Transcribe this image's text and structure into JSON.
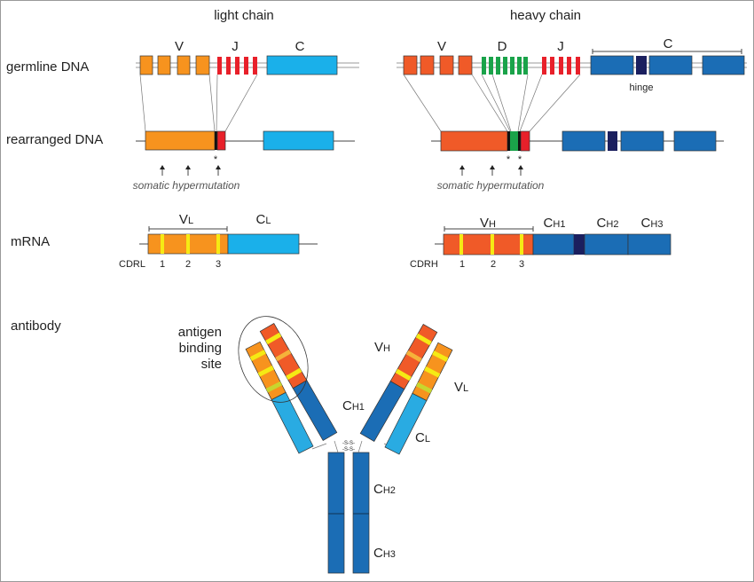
{
  "headers": {
    "light": "light chain",
    "heavy": "heavy chain"
  },
  "rows": {
    "germline": "germline DNA",
    "rearranged": "rearranged DNA",
    "mrna": "mRNA",
    "antibody": "antibody"
  },
  "light": {
    "V": "V",
    "J": "J",
    "C": "C",
    "asterisk": "*",
    "somatic": "somatic hypermutation",
    "VL": {
      "main": "V",
      "sub": "L"
    },
    "CL": {
      "main": "C",
      "sub": "L"
    },
    "cdr": "CDRL",
    "cdr_nums": [
      "1",
      "2",
      "3"
    ]
  },
  "heavy": {
    "V": "V",
    "D": "D",
    "J": "J",
    "C": "C",
    "hinge": "hinge",
    "asterisk": "*",
    "somatic": "somatic hypermutation",
    "VH": {
      "main": "V",
      "sub": "H"
    },
    "CH1": {
      "main": "C",
      "sub": "H1"
    },
    "CH2": {
      "main": "C",
      "sub": "H2"
    },
    "CH3": {
      "main": "C",
      "sub": "H3"
    },
    "cdr": "CDRH",
    "cdr_nums": [
      "1",
      "2",
      "3"
    ]
  },
  "antibody": {
    "site": [
      "antigen",
      "binding",
      "site"
    ],
    "VH": {
      "main": "V",
      "sub": "H"
    },
    "VL": {
      "main": "V",
      "sub": "L"
    },
    "CH1": {
      "main": "C",
      "sub": "H1"
    },
    "CL": {
      "main": "C",
      "sub": "L"
    },
    "CH2": {
      "main": "C",
      "sub": "H2"
    },
    "CH3": {
      "main": "C",
      "sub": "H3"
    }
  },
  "colors": {
    "v_light": "#f7931e",
    "v_heavy": "#f05a28",
    "j": "#e8202a",
    "d": "#1aa34a",
    "c_light": "#1ab0ea",
    "c_heavy": "#1b6db5",
    "hinge": "#1b1f5e",
    "cdr": "#f5ea14"
  }
}
